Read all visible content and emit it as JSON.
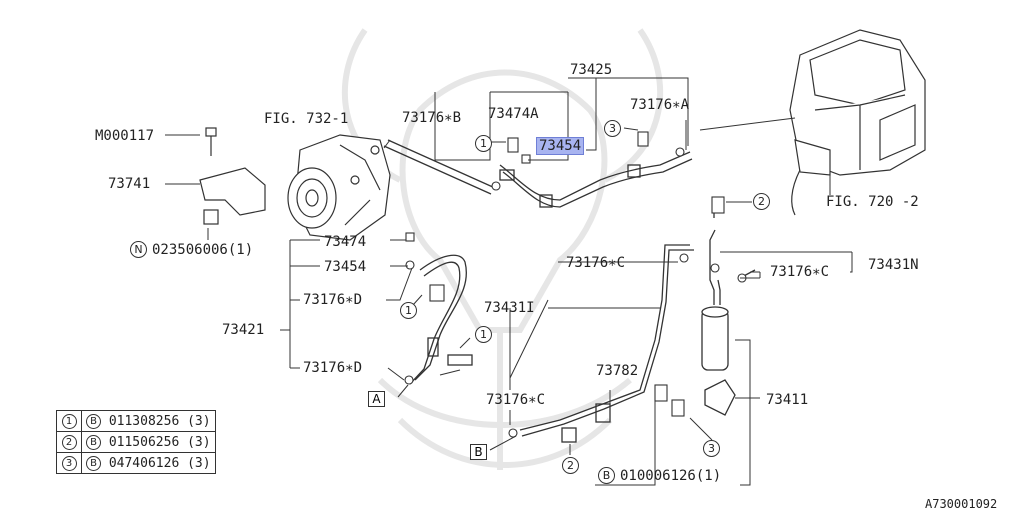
{
  "labels": {
    "main_assembly": "73425",
    "fig_compressor": "FIG. 732-1",
    "fig_evaporator": "FIG. 720 -2",
    "oring_b": "73176∗B",
    "oring_a_top": "73474A",
    "oring_a": "73176∗A",
    "hose_assy": "73454",
    "bolt_top": "M000117",
    "bracket": "73741",
    "nut": "023506006(1)",
    "oring_mid": "73474",
    "hose_mid": "73454",
    "oring_d1": "73176∗D",
    "hose_low": "73421",
    "oring_d2": "73176∗D",
    "oring_c_top": "73176∗C",
    "pipe_431i": "73431I",
    "oring_c_right": "73176∗C",
    "pipe_431n": "73431N",
    "clamp": "73782",
    "oring_c_low": "73176∗C",
    "receiver": "73411",
    "bolt_bottom": "010006126(1)",
    "ref_a": "A",
    "ref_b": "B",
    "diagram_id": "A730001092",
    "n_mark": "N",
    "b_mark": "B",
    "c1": "1",
    "c2": "1",
    "c3": "1",
    "c4": "2",
    "c5": "2",
    "c6": "3",
    "c7": "3"
  },
  "legend": [
    {
      "num": "1",
      "mark": "B",
      "part": "011308256",
      "qty": "(3)"
    },
    {
      "num": "2",
      "mark": "B",
      "part": "011506256",
      "qty": "(3)"
    },
    {
      "num": "3",
      "mark": "B",
      "part": "047406126",
      "qty": "(3)"
    }
  ],
  "colors": {
    "highlight": "#a8b4f0",
    "line": "#333333",
    "watermark": "#e8e8e8"
  }
}
